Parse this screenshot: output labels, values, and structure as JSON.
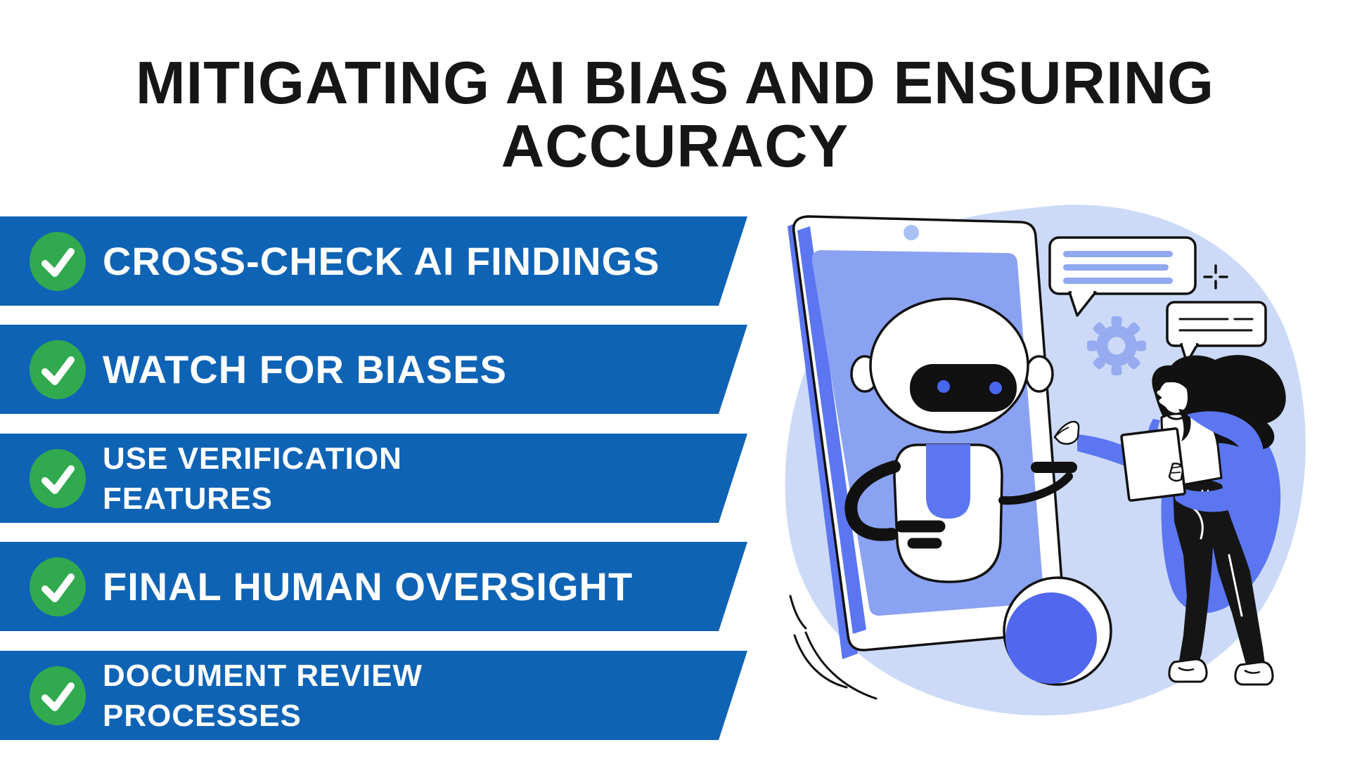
{
  "title": {
    "line1": "MITIGATING AI BIAS AND ENSURING",
    "line2": "ACCURACY"
  },
  "checklist": [
    {
      "line1": "CROSS-CHECK AI FINDINGS",
      "line2": ""
    },
    {
      "line1": "WATCH FOR BIASES",
      "line2": ""
    },
    {
      "line1": "USE VERIFICATION",
      "line2": "FEATURES"
    },
    {
      "line1": "FINAL HUMAN OVERSIGHT",
      "line2": ""
    },
    {
      "line1": "DOCUMENT REVIEW",
      "line2": "PROCESSES"
    }
  ],
  "icons": {
    "bullet": "check-circle-icon",
    "illustration_parts": [
      "tablet-icon",
      "robot-icon",
      "speech-bubble-icon",
      "gear-icon",
      "plus-cursor-icon"
    ]
  },
  "illustration": {
    "alt": "Chatbot robot on a tablet screen talking with a woman holding a clipboard, with speech bubbles, gear and blue blob background"
  },
  "colors": {
    "banner_blue": "#0f63b5",
    "check_green": "#31a94f",
    "title_black": "#161616",
    "text_white": "#ffffff",
    "blob_light_blue": "#ccdaf8",
    "screen_blue": "#8aa2f2",
    "accent_periwinkle": "#5b76f0",
    "circle_blue": "#5168ee",
    "light_bar_blue": "#8fa8f0",
    "outline_black": "#111111"
  }
}
